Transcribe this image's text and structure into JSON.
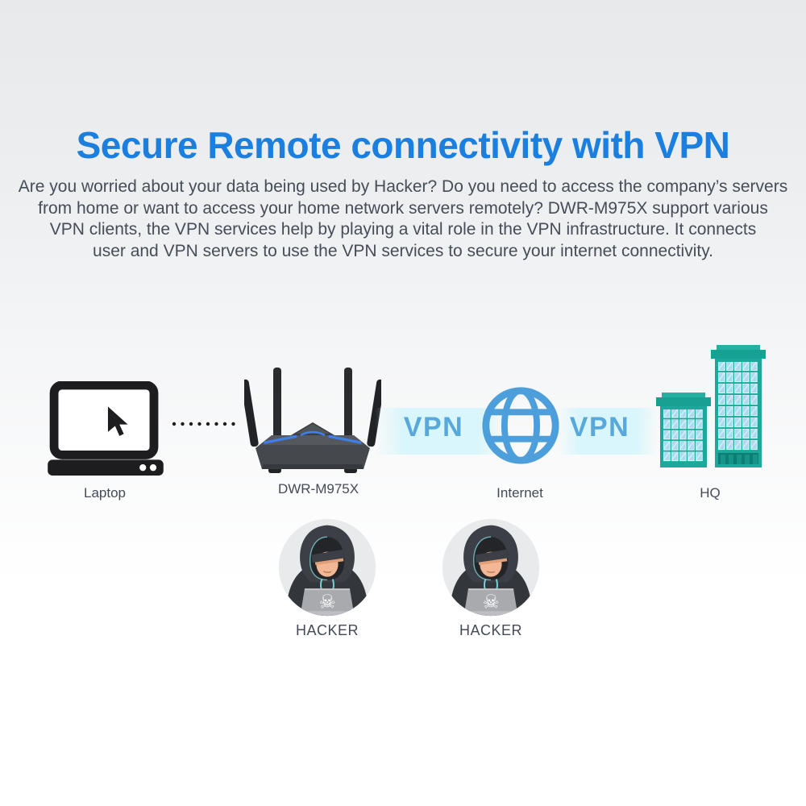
{
  "header": {
    "title": "Secure Remote connectivity with VPN",
    "description_lines": [
      "Are you worried about your data being used by Hacker? Do you need to access the company’s servers",
      "from home or want to access your home network servers remotely? DWR-M975X support various",
      "VPN clients, the VPN services help by playing a vital role in the VPN infrastructure. It connects",
      "user and VPN servers to use the VPN services to secure your internet connectivity."
    ]
  },
  "diagram": {
    "laptop": {
      "label": "Laptop"
    },
    "router": {
      "label": "DWR-M975X"
    },
    "internet": {
      "label": "Internet"
    },
    "hq": {
      "label": "HQ"
    },
    "vpn_labels": [
      "VPN",
      "VPN"
    ],
    "hackers": [
      {
        "label": "HACKER"
      },
      {
        "label": "HACKER"
      }
    ]
  },
  "icons": {
    "laptop_icon": "black laptop with cursor arrow",
    "cursor_icon": "mouse pointer arrow",
    "dotted_link": "horizontal dotted line",
    "router_icon": "4-antenna wifi router with blue leds",
    "globe_icon": "blue wireframe globe",
    "buildings_icon": "two teal office towers with windows",
    "hacker_icon": "hooded hacker behind laptop in gray circle",
    "skull_glyph": "☠"
  },
  "colors": {
    "title_blue": "#1a7fde",
    "body_text": "#474d57",
    "vpn_text_blue": "#58a8db",
    "vpn_band_cyan": "#d6f6fb",
    "globe_blue": "#4c9fda",
    "router_led_blue": "#3f7fe6",
    "building_teal": "#1ca89a",
    "window_blue": "#a9daf0",
    "icon_black": "#1d1d1f",
    "hood_gray": "#3c3f45",
    "laptop_gray": "#a9aaad",
    "background_top": "#e7e9eb",
    "background_bottom": "#ffffff"
  }
}
